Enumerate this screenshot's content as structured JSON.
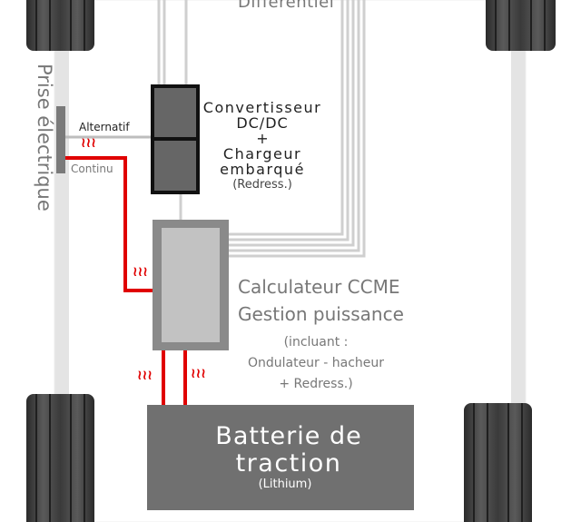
{
  "diagram": {
    "top_label": "Différentiel",
    "side_label": "Prise électrique",
    "alternatif_label": "Alternatif",
    "continu_label": "Continu",
    "converter": {
      "line1": "Convertisseur",
      "line2": "DC/DC",
      "line3": "+",
      "line4": "Chargeur",
      "line5": "embarqué",
      "line6": "(Redress.)"
    },
    "calculator": {
      "line1": "Calculateur CCME",
      "line2": "Gestion puissance",
      "line3": "(incluant :",
      "line4": "Ondulateur - hacheur",
      "line5": "+ Redress.)"
    },
    "battery": {
      "line1": "Batterie de",
      "line2": "traction",
      "line3": "(Lithium)"
    },
    "heat_symbol": "≀≀≀",
    "colors": {
      "power_line": "#e00000",
      "frame": "#d3d3d3",
      "box_dark": "#1a1a1a",
      "box_fill": "#666666",
      "battery": "#707070",
      "wheel": "#333333",
      "text_dark": "#222222",
      "text_grey": "#777777"
    }
  }
}
